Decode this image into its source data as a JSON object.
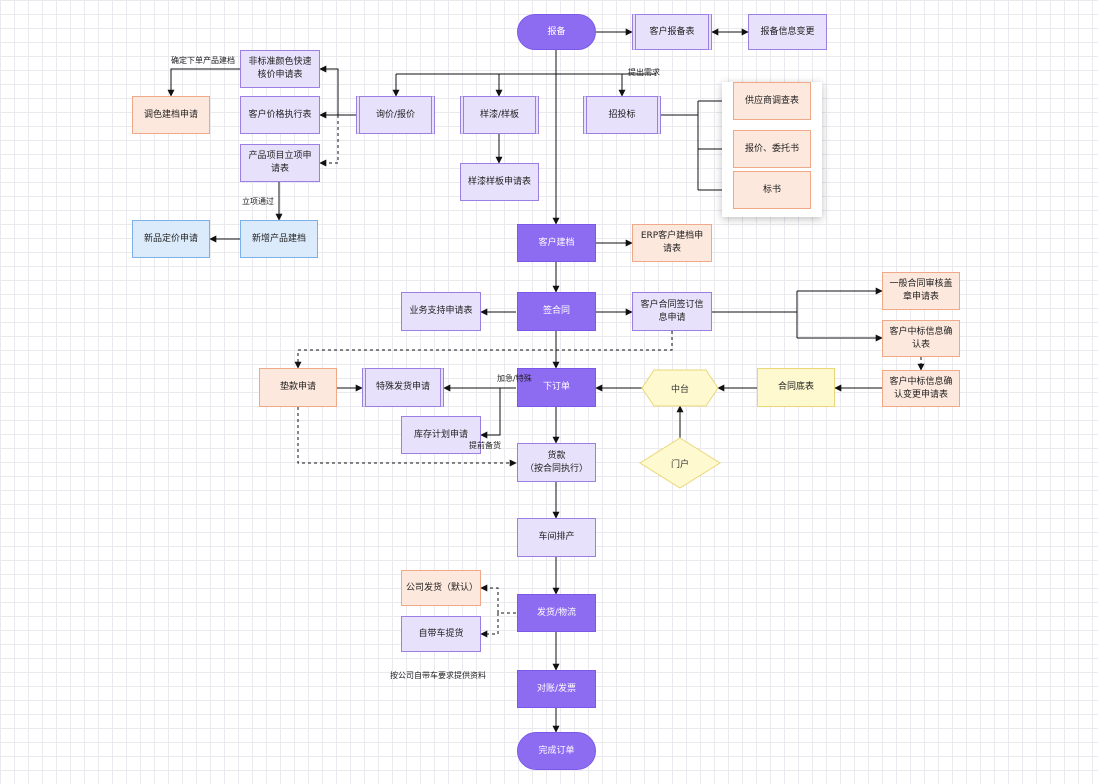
{
  "nodes": {
    "baobei": "报备",
    "kehu_baobei_biao": "客户报备表",
    "baobei_xinxi_biangeng": "报备信息变更",
    "xunjia_baojia": "询价/报价",
    "yangqi_yangban": "样漆/样板",
    "zhaotoubiao": "招投标",
    "feibiaozhun_yanse": "非标准颜色快速核价申请表",
    "kehu_jiage_zhixing": "客户价格执行表",
    "chanpin_xiangmu_lixiang": "产品项目立项申请表",
    "tiaose_jiandang": "调色建档申请",
    "xinpin_dingjia": "新品定价申请",
    "xinzeng_chanpin_jiandang": "新增产品建档",
    "yangqi_yangban_shenqing": "样漆样板申请表",
    "gongyingshang_diaocha": "供应商调查表",
    "baojia_weituoshu": "报价、委托书",
    "biaoshu": "标书",
    "kehu_jiandang": "客户建档",
    "erp_kehu_jiandang": "ERP客户建档申请表",
    "qian_hetong": "签合同",
    "yewu_zhichi": "业务支持申请表",
    "kehu_hetong_qianding": "客户合同签订信息申请",
    "yiban_hetong_shenhe": "一般合同审核盖章申请表",
    "kehu_zhongbiao_queren": "客户中标信息确认表",
    "kehu_zhongbiao_biangeng": "客户中标信息确认变更申请表",
    "dianjiao_shenqing": "垫款申请",
    "teshu_fahuo": "特殊发货申请",
    "xia_dingdan": "下订单",
    "zhongtai": "中台",
    "hetong_dibiao": "合同底表",
    "kucun_jihua": "库存计划申请",
    "huokuan_line1": "货款",
    "huokuan_line2": "（按合同执行）",
    "menhu": "门户",
    "chejian_paichan": "车间排产",
    "gongsi_fahuo": "公司发货（默认）",
    "zidaiche_tihuo": "自带车提货",
    "fahuo_wuliu": "发货/物流",
    "duizhang_fapiao": "对账/发票",
    "wancheng_dingdan": "完成订单"
  },
  "labels": {
    "queding_xiadan": "确定下单产品建档",
    "tichu_xuqiu": "提出需求",
    "lixiang_tongguo": "立项通过",
    "jiaji_teshu": "加急/特殊",
    "tiqian_beihuo": "提前备货",
    "zidaiche_note": "按公司自带车要求提供资料"
  },
  "colors": {
    "primary": "#8e6cf2",
    "purple_fill": "#e8e1fb",
    "orange_fill": "#fde8dd",
    "blue_fill": "#dcebfb",
    "yellow_fill": "#fff9cf",
    "line": "#111111"
  }
}
